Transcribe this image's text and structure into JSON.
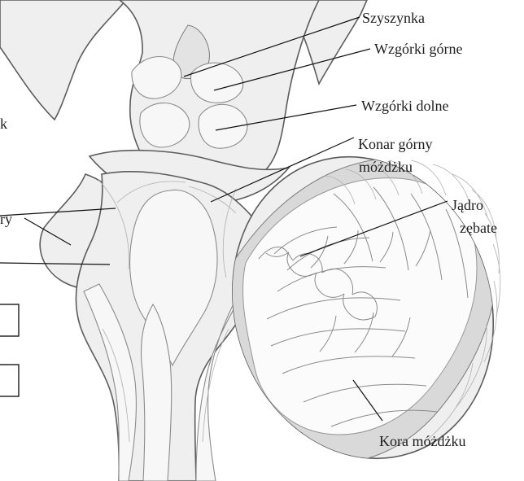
{
  "labels": {
    "szyszynka": "Szyszynka",
    "wzgorki_gorne": "Wzgórki górne",
    "wzgorki_dolne": "Wzgórki dolne",
    "konar_gorny_line1": "Konar górny",
    "konar_gorny_line2": "móżdżku",
    "jadro_line1": "Jądro",
    "jadro_line2": "zębate",
    "kora": "Kora móżdżku",
    "left_partial_top": "k",
    "left_partial_mid": "ry"
  }
}
